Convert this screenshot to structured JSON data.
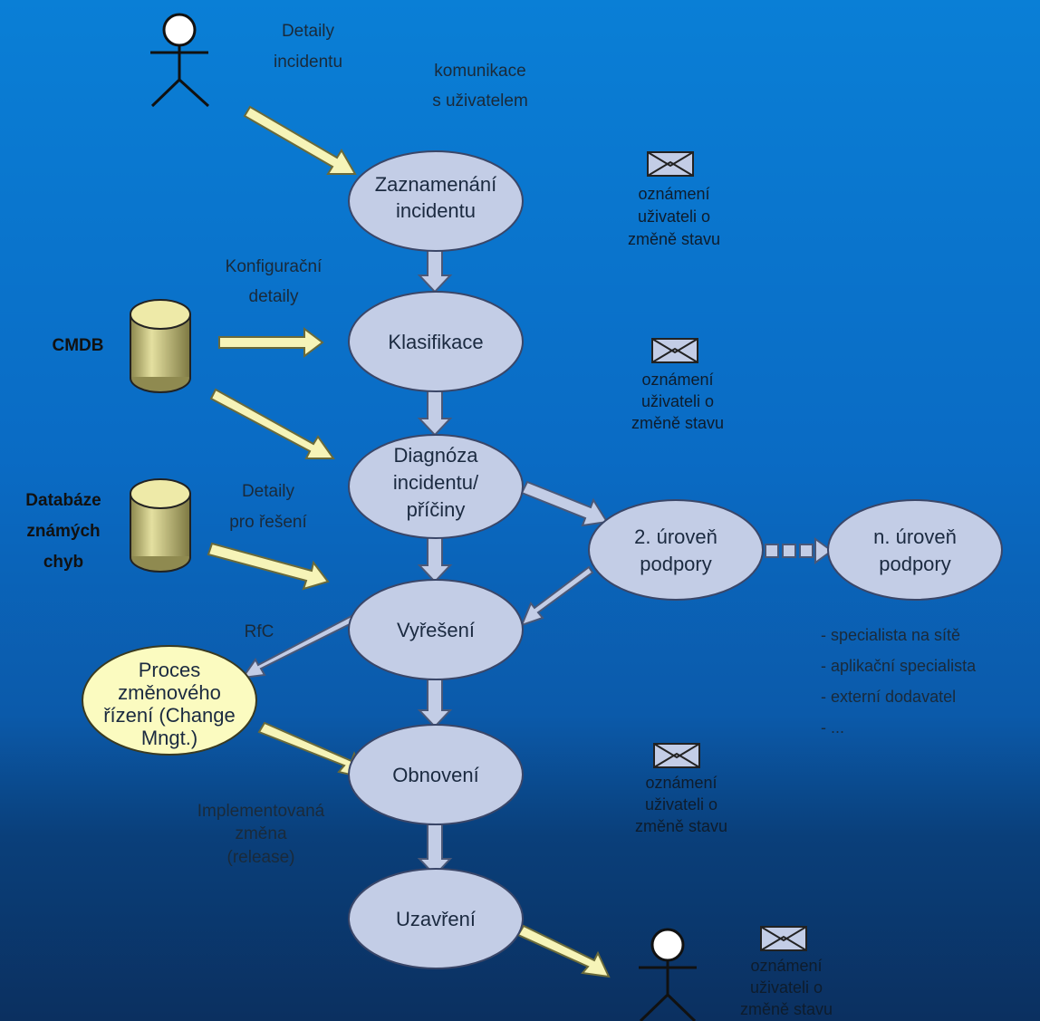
{
  "nodes": {
    "zaznamenani": [
      "Zaznamenání",
      "incidentu"
    ],
    "klasifikace": [
      "Klasifikace"
    ],
    "diagnoza": [
      "Diagnóza",
      "incidentu/",
      "příčiny"
    ],
    "vyreseni": [
      "Vyřešení"
    ],
    "obnoveni": [
      "Obnovení"
    ],
    "uzavreni": [
      "Uzavření"
    ],
    "uroven2": [
      "2. úroveň",
      "podpory"
    ],
    "urovenN": [
      "n. úroveň",
      "podpory"
    ],
    "change": [
      "Proces",
      "změnového",
      "řízení (Change",
      "Mngt.)"
    ]
  },
  "labels": {
    "detaily_incidentu": [
      "Detaily",
      "incidentu"
    ],
    "komunikace": [
      "komunikace",
      "s uživatelem"
    ],
    "konfiguracni": [
      "Konfigurační",
      "detaily"
    ],
    "cmdb": "CMDB",
    "databaze": [
      "Databáze",
      "známých",
      "chyb"
    ],
    "detaily_reseni": [
      "Detaily",
      "pro řešení"
    ],
    "rfc": "RfC",
    "implementovana": [
      "Implementovaná",
      "změna",
      "(release)"
    ]
  },
  "notifications": [
    [
      "oznámení",
      "uživateli o",
      "změně stavu"
    ],
    [
      "oznámení",
      "uživateli o",
      "změně stavu"
    ],
    [
      "oznámení",
      "uživateli o",
      "změně stavu"
    ],
    [
      "oznámení",
      "uživateli o",
      "změně stavu"
    ]
  ],
  "specialists": [
    "- specialista na sítě",
    "- aplikační specialista",
    "- externí dodavatel",
    "- ..."
  ],
  "colors": {
    "node_fill": "#c3cde6",
    "change_fill": "#fbfbc0",
    "cylinder_fill": "#d4d08a",
    "arrow_yellow": "#f6f4b8",
    "arrow_blue": "#c3cde6"
  }
}
